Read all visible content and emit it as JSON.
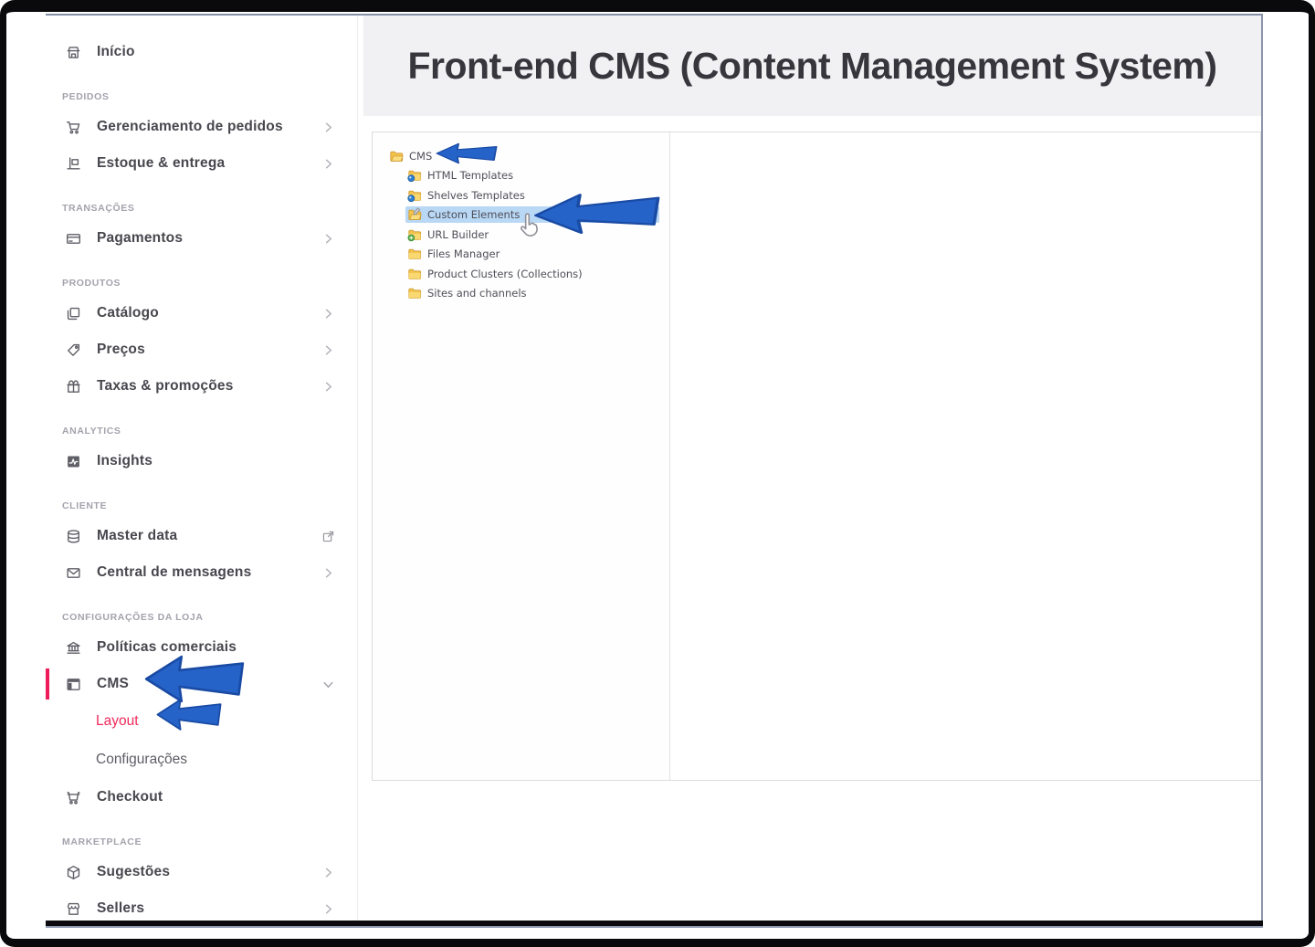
{
  "header": {
    "title": "Front-end CMS (Content Management System)"
  },
  "sidebar": {
    "entries": [
      {
        "type": "item",
        "id": "inicio",
        "label": "Início",
        "icon": "storefront"
      },
      {
        "type": "section",
        "label": "PEDIDOS"
      },
      {
        "type": "item",
        "id": "gerenciamento-de-pedidos",
        "label": "Gerenciamento de pedidos",
        "icon": "cart",
        "trailing": "chevron-right"
      },
      {
        "type": "item",
        "id": "estoque-entrega",
        "label": "Estoque & entrega",
        "icon": "inventory",
        "trailing": "chevron-right"
      },
      {
        "type": "section",
        "label": "TRANSAÇÕES"
      },
      {
        "type": "item",
        "id": "pagamentos",
        "label": "Pagamentos",
        "icon": "credit-card",
        "trailing": "chevron-right"
      },
      {
        "type": "section",
        "label": "PRODUTOS"
      },
      {
        "type": "item",
        "id": "catalogo",
        "label": "Catálogo",
        "icon": "layers",
        "trailing": "chevron-right"
      },
      {
        "type": "item",
        "id": "precos",
        "label": "Preços",
        "icon": "tag",
        "trailing": "chevron-right"
      },
      {
        "type": "item",
        "id": "taxas-promocoes",
        "label": "Taxas & promoções",
        "icon": "gift",
        "trailing": "chevron-right"
      },
      {
        "type": "section",
        "label": "ANALYTICS"
      },
      {
        "type": "item",
        "id": "insights",
        "label": "Insights",
        "icon": "chart"
      },
      {
        "type": "section",
        "label": "CLIENTE"
      },
      {
        "type": "item",
        "id": "master-data",
        "label": "Master data",
        "icon": "database",
        "trailing": "external-link"
      },
      {
        "type": "item",
        "id": "central-de-mensagens",
        "label": "Central de mensagens",
        "icon": "mail",
        "trailing": "chevron-right"
      },
      {
        "type": "section",
        "label": "CONFIGURAÇÕES DA LOJA"
      },
      {
        "type": "item",
        "id": "politicas-comerciais",
        "label": "Políticas comerciais",
        "icon": "bank"
      },
      {
        "type": "item",
        "id": "cms",
        "label": "CMS",
        "icon": "cms-layout",
        "trailing": "chevron-down",
        "active": true
      },
      {
        "type": "subitem",
        "id": "layout",
        "label": "Layout",
        "highlight": true
      },
      {
        "type": "subitem",
        "id": "configuracoes",
        "label": "Configurações"
      },
      {
        "type": "item",
        "id": "checkout",
        "label": "Checkout",
        "icon": "checkout-cart"
      },
      {
        "type": "section",
        "label": "MARKETPLACE"
      },
      {
        "type": "item",
        "id": "sugestoes",
        "label": "Sugestões",
        "icon": "cube",
        "trailing": "chevron-right"
      },
      {
        "type": "item",
        "id": "sellers",
        "label": "Sellers",
        "icon": "shop",
        "trailing": "chevron-right"
      }
    ]
  },
  "tree": {
    "items": [
      {
        "label": "CMS",
        "icon": "folder-open",
        "depth": 0
      },
      {
        "label": "HTML Templates",
        "icon": "folder-template",
        "depth": 1
      },
      {
        "label": "Shelves Templates",
        "icon": "folder-template",
        "depth": 1
      },
      {
        "label": "Custom Elements",
        "icon": "folder-edit",
        "depth": 1,
        "selected": true
      },
      {
        "label": "URL Builder",
        "icon": "folder-url",
        "depth": 1
      },
      {
        "label": "Files Manager",
        "icon": "folder",
        "depth": 1
      },
      {
        "label": "Product Clusters (Collections)",
        "icon": "folder",
        "depth": 1
      },
      {
        "label": "Sites and channels",
        "icon": "folder",
        "depth": 1
      }
    ]
  },
  "annotations": {
    "arrows": [
      "tree-cms",
      "tree-custom-elements",
      "sidebar-cms",
      "sidebar-layout"
    ]
  },
  "colors": {
    "arrow_blue": "#2563c9",
    "arrow_blue_dark": "#1a4ba4",
    "accent_pink": "#ef1a5a",
    "selection_blue": "#b9d8f5",
    "header_bg": "#f1f1f4"
  }
}
